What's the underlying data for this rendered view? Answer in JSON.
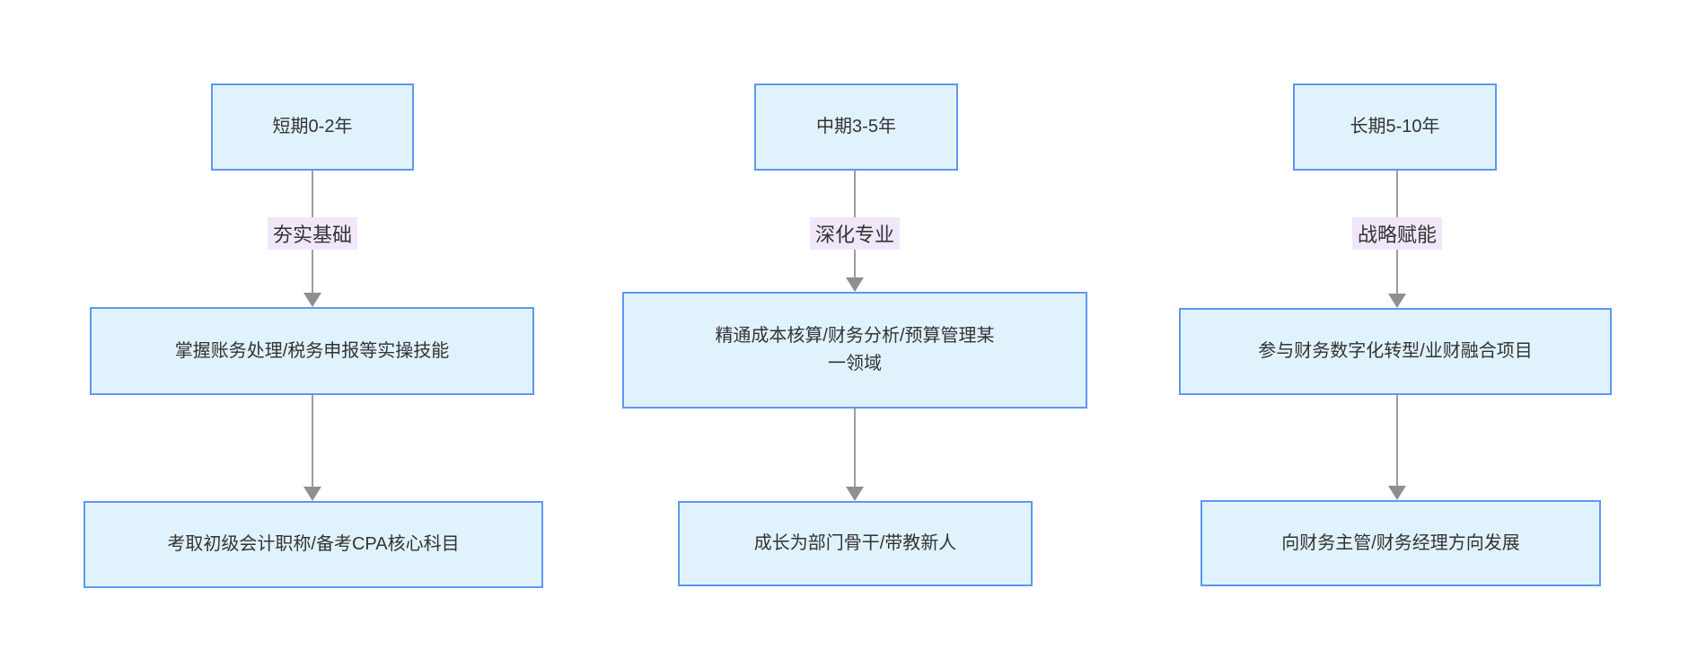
{
  "flowchart": {
    "title": "career-path-flowchart",
    "columns": [
      {
        "id": "short-term",
        "stage": "短期0-2年",
        "edge_label": "夯实基础",
        "step1": "掌握账务处理/税务申报等实操技能",
        "step2": "考取初级会计职称/备考CPA核心科目"
      },
      {
        "id": "mid-term",
        "stage": "中期3-5年",
        "edge_label": "深化专业",
        "step1": "精通成本核算/财务分析/预算管理某\n一领域",
        "step2": "成长为部门骨干/带教新人"
      },
      {
        "id": "long-term",
        "stage": "长期5-10年",
        "edge_label": "战略赋能",
        "step1": "参与财务数字化转型/业财融合项目",
        "step2": "向财务主管/财务经理方向发展"
      }
    ],
    "colors": {
      "node_fill": "#e0f3fc",
      "node_border": "#5e97f0",
      "edge_label_bg": "#f0e7fa",
      "arrow_line": "#9e9e9e",
      "arrow_head": "#8f8f8f",
      "text": "#333333",
      "background": "#ffffff"
    }
  }
}
